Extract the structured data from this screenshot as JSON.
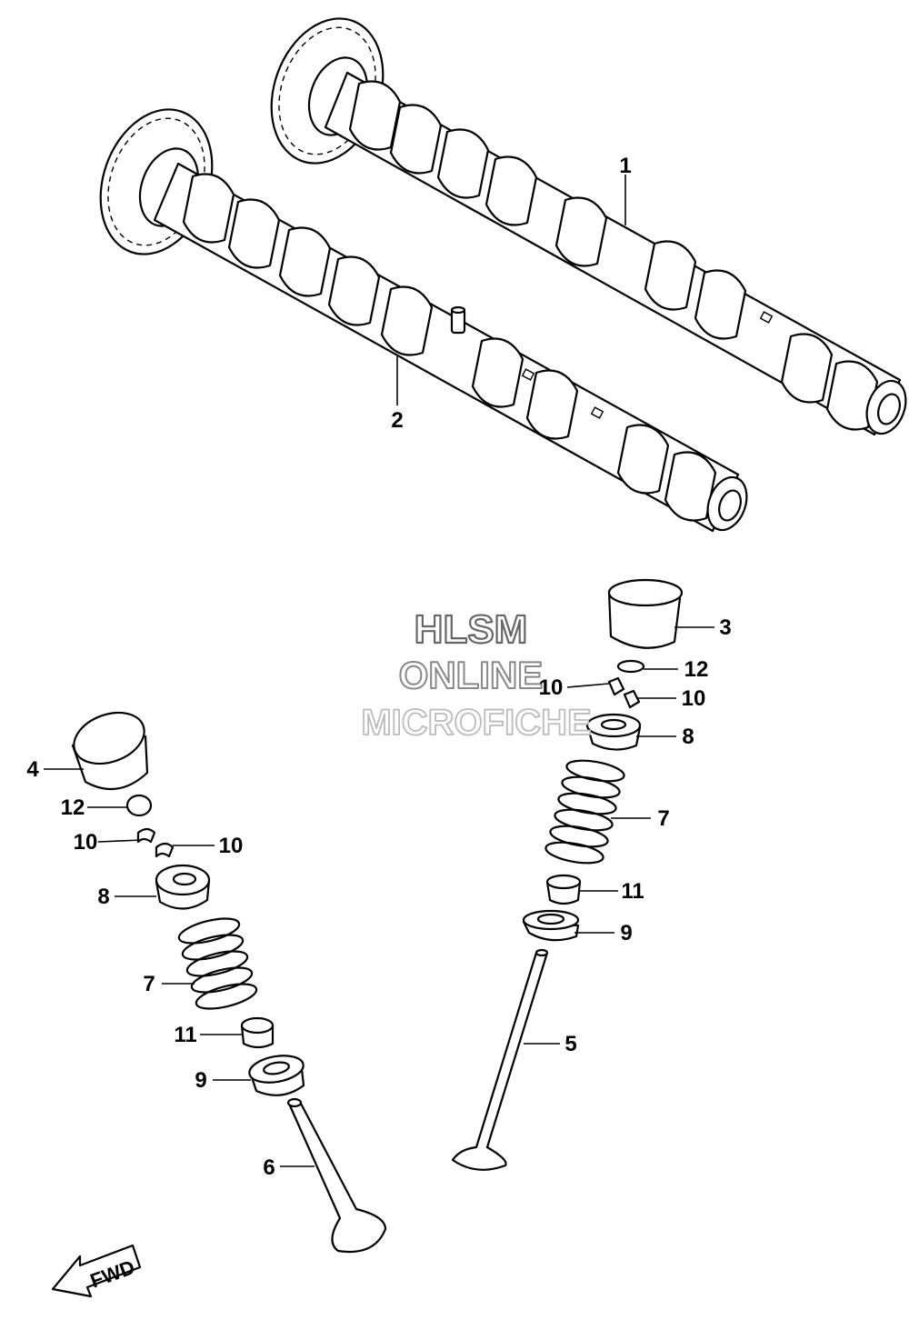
{
  "watermark": {
    "line1": "HLSM",
    "line2": "ONLINE",
    "line3": "MICROFICHE"
  },
  "direction_label": "FWD",
  "callouts": [
    {
      "id": "c1-camshaft-exhaust",
      "label": "1"
    },
    {
      "id": "c2-camshaft-intake",
      "label": "2"
    },
    {
      "id": "c3-tappet-right",
      "label": "3"
    },
    {
      "id": "c4-tappet-left",
      "label": "4"
    },
    {
      "id": "c5-valve-right",
      "label": "5"
    },
    {
      "id": "c6-valve-left",
      "label": "6"
    },
    {
      "id": "c7-spring-right",
      "label": "7"
    },
    {
      "id": "c7-spring-left",
      "label": "7"
    },
    {
      "id": "c8-retainer-right",
      "label": "8"
    },
    {
      "id": "c8-retainer-left",
      "label": "8"
    },
    {
      "id": "c9-seat-right",
      "label": "9"
    },
    {
      "id": "c9-seat-left",
      "label": "9"
    },
    {
      "id": "c10-cotter-right-a",
      "label": "10"
    },
    {
      "id": "c10-cotter-right-b",
      "label": "10"
    },
    {
      "id": "c10-cotter-left-a",
      "label": "10"
    },
    {
      "id": "c10-cotter-left-b",
      "label": "10"
    },
    {
      "id": "c11-seal-right",
      "label": "11"
    },
    {
      "id": "c11-seal-left",
      "label": "11"
    },
    {
      "id": "c12-shim-right",
      "label": "12"
    },
    {
      "id": "c12-shim-left",
      "label": "12"
    }
  ]
}
